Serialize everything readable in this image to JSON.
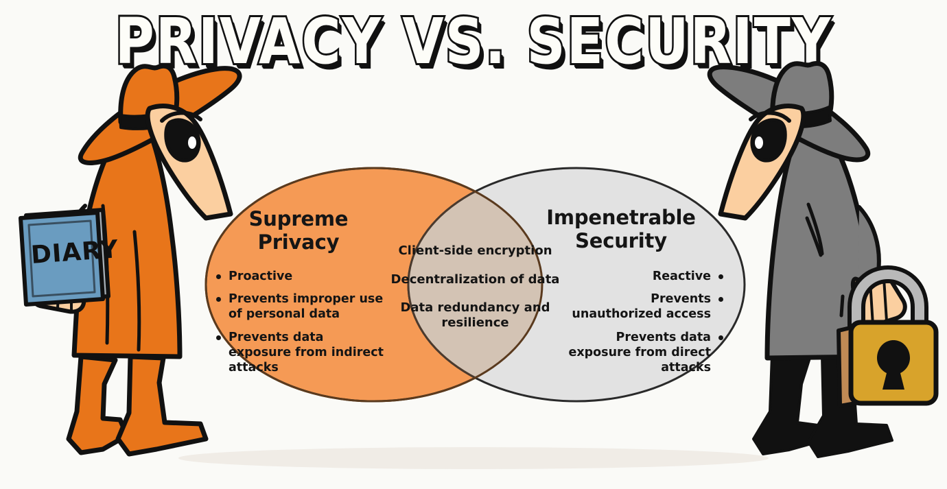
{
  "page": {
    "title": "PRIVACY VS. SECURITY",
    "background_color": "#FAFAF7"
  },
  "colors": {
    "privacy_fill": "#F59A55",
    "security_fill": "#E2E2E2",
    "intersection_fill": "#D3C3B4",
    "outline": "#1A1A1A",
    "privacy_outline": "#5A3A1E",
    "coat_orange": "#E8751A",
    "coat_gray": "#7D7D7D",
    "skin": "#FBCFA0",
    "diary_blue": "#6A9CC0",
    "briefcase_gold": "#D8A32B",
    "briefcase_tan": "#C08A55",
    "black": "#111111"
  },
  "venn": {
    "left": {
      "heading_line1": "Supreme",
      "heading_line2": "Privacy",
      "bullets": [
        "Proactive",
        "Prevents improper use of personal data",
        "Prevents data exposure from indirect attacks"
      ]
    },
    "right": {
      "heading_line1": "Impenetrable",
      "heading_line2": "Security",
      "bullets": [
        "Reactive",
        "Prevents unauthorized access",
        "Prevents data exposure from direct attacks"
      ]
    },
    "center": {
      "items": [
        "Client-side encryption",
        "Decentralization of data",
        "Data redundancy and resilience"
      ]
    }
  },
  "characters": {
    "left": {
      "name": "orange-spy",
      "prop_label": "DIARY",
      "prop": "diary-book"
    },
    "right": {
      "name": "gray-spy",
      "prop": "padlock-briefcase"
    }
  }
}
